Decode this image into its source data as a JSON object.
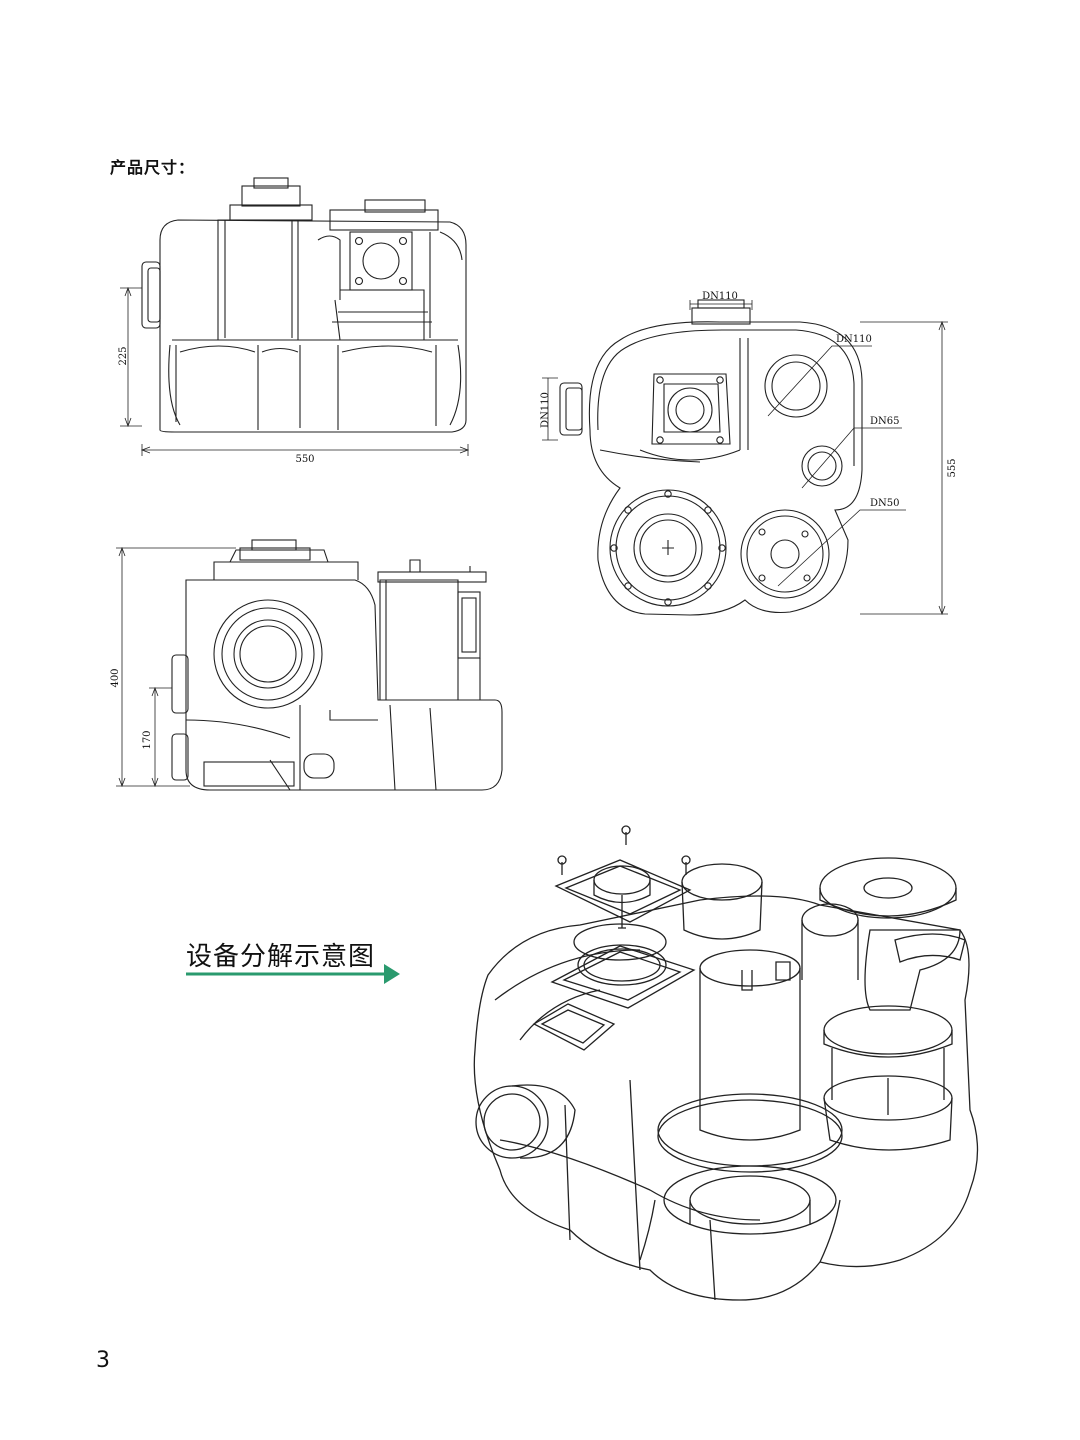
{
  "page": {
    "heading": "产品尺寸：",
    "exploded_label": "设备分解示意图",
    "page_number": "3",
    "accent_color": "#2a9a6e"
  },
  "front_view": {
    "width": "550",
    "height": "225"
  },
  "side_view": {
    "height": "400",
    "inlet_height": "170"
  },
  "top_view": {
    "depth": "555",
    "port_top": "DN110",
    "port_left": "DN110",
    "port_right": "DN110",
    "port_mid": "DN65",
    "port_low": "DN50"
  }
}
